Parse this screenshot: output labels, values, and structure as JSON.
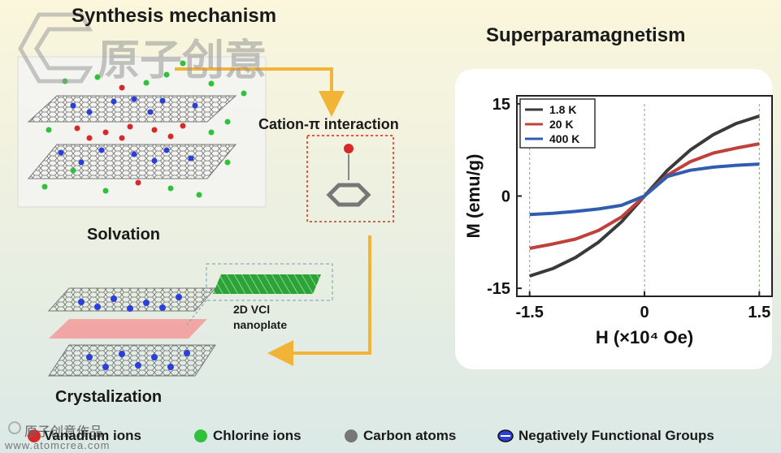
{
  "titles": {
    "synthesis": "Synthesis mechanism",
    "superparamagnetism": "Superparamagnetism",
    "cation_pi": "Cation-π interaction",
    "solvation": "Solvation",
    "crystalization": "Crystalization",
    "nanoplate_line1": "2D VCl",
    "nanoplate_line2": "nanoplate"
  },
  "watermark": {
    "logo_text": "原子创意",
    "footer_text": "原子创意作品",
    "url": "www.atomcrea.com"
  },
  "legend": [
    {
      "label": "Vanadium ions",
      "color": "#d62a2a"
    },
    {
      "label": "Chlorine ions",
      "color": "#2fc13a"
    },
    {
      "label": "Carbon atoms",
      "color": "#777777"
    },
    {
      "label": "Negatively Functional Groups",
      "color": "#2b3fd9"
    }
  ],
  "colors": {
    "arrow": "#f2b436",
    "bg_top": "#fbf6dc",
    "bg_bottom": "#dceae4",
    "highlight_box": "#e05a4a"
  },
  "chart_data": {
    "type": "line",
    "xlabel": "H (×10⁴ Oe)",
    "ylabel": "M (emu/g)",
    "xlim": [
      -1.5,
      1.5
    ],
    "ylim": [
      -15,
      15
    ],
    "xticks": [
      "-1.5",
      "0",
      "1.5"
    ],
    "yticks": [
      "15",
      "0",
      "-15"
    ],
    "legend_position": "top-left",
    "series": [
      {
        "name": "1.8 K",
        "color": "#3a3a3a",
        "x": [
          -1.5,
          -1.2,
          -0.9,
          -0.6,
          -0.3,
          0,
          0.3,
          0.6,
          0.9,
          1.2,
          1.5
        ],
        "y": [
          -13,
          -11.8,
          -10,
          -7.5,
          -4.2,
          0,
          4.2,
          7.5,
          10,
          11.8,
          13
        ]
      },
      {
        "name": "20 K",
        "color": "#c0403a",
        "x": [
          -1.5,
          -1.2,
          -0.9,
          -0.6,
          -0.3,
          0,
          0.3,
          0.6,
          0.9,
          1.2,
          1.5
        ],
        "y": [
          -8.5,
          -7.8,
          -7,
          -5.6,
          -3.4,
          0,
          3.4,
          5.6,
          7,
          7.8,
          8.5
        ]
      },
      {
        "name": "400 K",
        "color": "#2f5db0",
        "x": [
          -1.5,
          -1.2,
          -0.9,
          -0.6,
          -0.3,
          0,
          0.3,
          0.6,
          0.9,
          1.2,
          1.5
        ],
        "y": [
          -3,
          -2.8,
          -2.5,
          -2.1,
          -1.5,
          0,
          3.2,
          4.2,
          4.7,
          5,
          5.2
        ]
      }
    ]
  }
}
